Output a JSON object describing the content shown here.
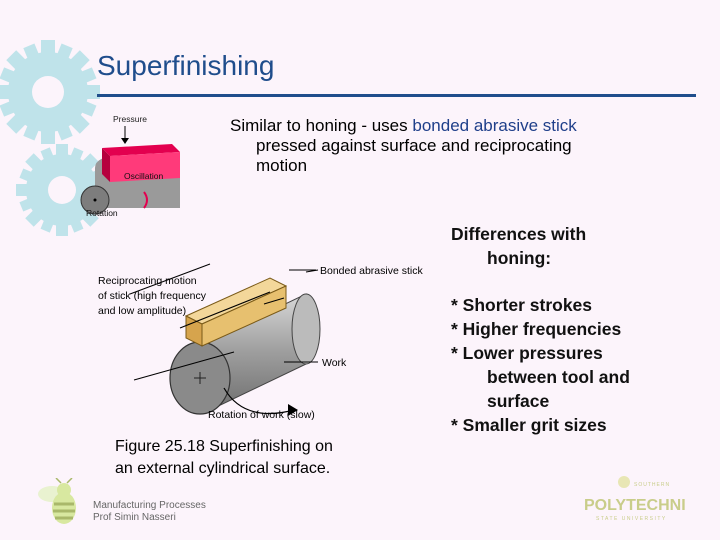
{
  "slide": {
    "title": "Superfinishing",
    "intro_plain": "Similar to honing - uses ",
    "intro_highlight": "bonded abrasive stick",
    "intro_line2": "pressed against surface and reciprocating",
    "intro_line3": "motion",
    "differences_line1": "Differences with",
    "differences_line2": "honing:",
    "list_line1": "* Shorter strokes",
    "list_line2": "* Higher frequencies",
    "list_line3": "* Lower pressures",
    "list_line4": "between tool and",
    "list_line5": "surface",
    "list_line6": "* Smaller grit sizes",
    "caption_line1": "Figure 25.18  Superfinishing on",
    "caption_line2": "an external cylindrical surface."
  },
  "small_figure": {
    "pressure": "Pressure",
    "oscillation": "Oscillation",
    "rotation": "Rotation"
  },
  "main_figure": {
    "reciprocating_1": "Reciprocating motion",
    "reciprocating_2": "of stick (high frequency",
    "reciprocating_3": "and low amplitude)",
    "bonded_stick": "Bonded abrasive stick",
    "work": "Work",
    "rotation_work": "Rotation of work (slow)"
  },
  "footer": {
    "course": "Manufacturing Processes",
    "author": "Prof Simin Nasseri"
  },
  "logo": {
    "top_text": "SOUTHERN",
    "name": "POLYTECHNIC",
    "sub_text": "STATE UNIVERSITY"
  },
  "colors": {
    "title": "#1f4d8c",
    "gear": "#bfe3ea",
    "stick": "#e7c06f",
    "logo": "#c9cd8a"
  }
}
